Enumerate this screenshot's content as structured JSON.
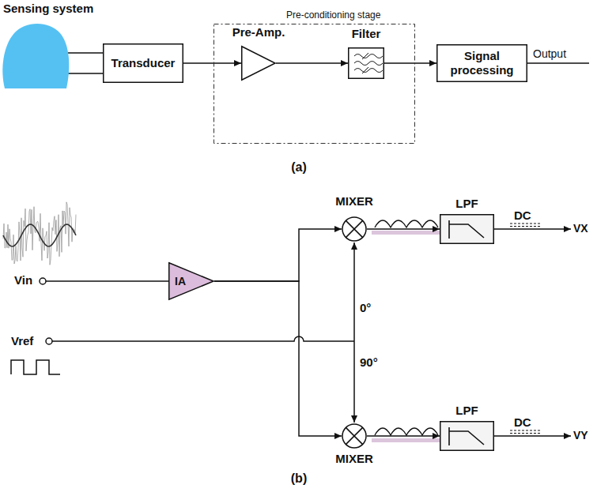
{
  "diagram": {
    "nodes": [
      {
        "text": [
          "Sensing system"
        ]
      },
      {
        "text": [
          "Transducer"
        ]
      },
      {
        "text": [
          "Pre-conditioning stage"
        ]
      },
      {
        "text": [
          "Pre-Amp."
        ],
        "in": 2
      },
      {
        "text": [
          "Filter"
        ],
        "in": 2
      },
      {
        "text": [
          "Signal processing"
        ]
      },
      {
        "text": [
          "IA"
        ]
      },
      {
        "text": [
          "MIXER"
        ]
      },
      {
        "text": [
          "MIXER"
        ]
      },
      {
        "text": [
          "LPF"
        ]
      },
      {
        "text": [
          "LPF"
        ]
      }
    ],
    "edges": [
      {
        "from": 0,
        "to": 1,
        "arrow": "none"
      },
      {
        "from": 1,
        "to": 3,
        "arrow": "to"
      },
      {
        "from": 3,
        "to": 4,
        "arrow": "to"
      },
      {
        "from": 4,
        "to": 5,
        "arrow": "to"
      },
      {
        "from": 6,
        "to": 7,
        "arrow": "to"
      },
      {
        "from": 6,
        "to": 8,
        "arrow": "to"
      },
      {
        "from": 7,
        "to": 9,
        "arrow": "to"
      },
      {
        "from": 8,
        "to": 10,
        "arrow": "to"
      }
    ],
    "labels": [
      "Output",
      "(a)",
      "Vin",
      "Vref",
      "0°",
      "90°",
      "DC",
      "VX",
      "DC",
      "VY",
      "(b)"
    ]
  }
}
